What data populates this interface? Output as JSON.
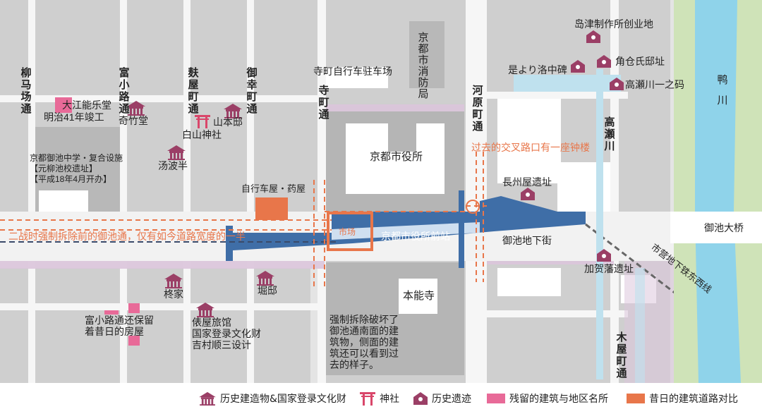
{
  "colors": {
    "block": "#c7c7c7",
    "road": "#f4f4f4",
    "river": "#8fd3ea",
    "riverbank": "#cfe3b8",
    "subway": "#3f6ea7",
    "subway_light": "#cfdff0",
    "historic": "#9b3f66",
    "remnant": "#e86a98",
    "old_road": "#e8764a",
    "highlight_street": "#dcc6dc"
  },
  "streets": {
    "yanagibaba": "柳马场通",
    "tominokoji": "富小路通",
    "fuyacho": "麸屋町通",
    "gokomachi": "御幸町通",
    "teramachi": "寺町通",
    "kawaramachi": "河原町通",
    "takasegawa": "高瀬川",
    "kiyamachi": "木屋町通",
    "kamo": "鸭川",
    "oike_bridge": "御池大桥",
    "tozai_line": "市营地下铁东西线",
    "fire_station": "京都市消防局",
    "bike_parking": "寺町自行车驻车场"
  },
  "places": {
    "daikonoudou": "大江能乐堂",
    "daikonoudou_note": "明治41年竣工",
    "kichikudo": "奇竹堂",
    "hakusan": "白山神社",
    "yamamoto": "山本邸",
    "school": "京都御池中学・复合设施",
    "school_note1": "【元柳池校遗址】",
    "school_note2": "【平成18年4月开办】",
    "yubahan": "汤波半",
    "bike_shop": "自行车屋・药屋",
    "city_hall": "京都市役所",
    "station": "京都市役所前站",
    "market": "市场",
    "underground": "御池地下街",
    "choshu": "長州屋遗址",
    "shimadzu": "岛津制作所创业地",
    "kakukura": "角仓氏邸址",
    "korenoyori": "是より洛中碑",
    "takase_ichi": "高瀬川一之码",
    "kaga": "加贺藩遗址",
    "bell_note": "过去的交叉路口有一座钟楼",
    "war_note": "二战时强制拆除前的御池通，仅有如今道路宽度的一半",
    "honnoji": "本能寺",
    "demolish_note": [
      "强制拆除破坏了",
      "御池通南面的建",
      "筑物，侧面的建",
      "筑还可以看到过",
      "去的样子。"
    ],
    "hiiragiya": "柊家",
    "horitei": "堀邸",
    "tawaraya": "俵屋旅馆",
    "tawaraya_note1": "国家登录文化财",
    "tawaraya_note2": "吉村顺三设计",
    "tomi_note1": "富小路通还保留",
    "tomi_note2": "着昔日的房屋"
  },
  "legend": {
    "historic_buildings": "历史建造物&国家登录文化财",
    "shrine": "神社",
    "historic_site": "历史遗迹",
    "remnant": "残留的建筑与地区名所",
    "old_road": "昔日的建筑道路对比"
  }
}
